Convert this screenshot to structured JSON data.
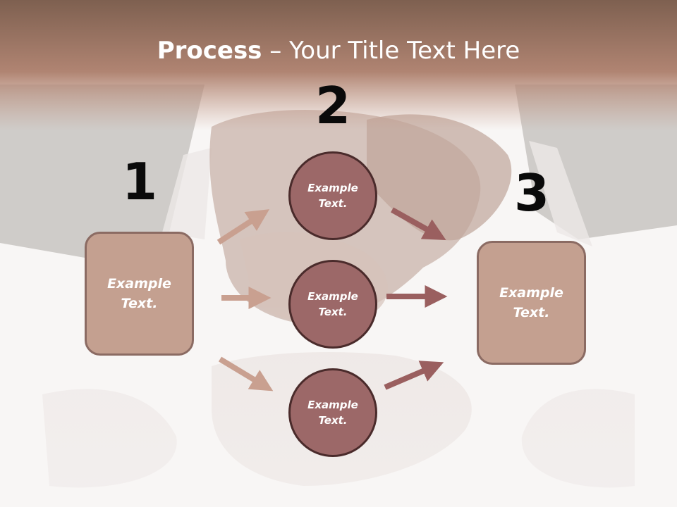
{
  "title": {
    "bold": "Process",
    "rest": " – Your Title Text Here"
  },
  "steps": [
    {
      "number": "1",
      "text": "Example Text."
    },
    {
      "number": "2",
      "items": [
        "Example Text.",
        "Example Text.",
        "Example Text."
      ]
    },
    {
      "number": "3",
      "text": "Example Text."
    }
  ],
  "colors": {
    "header_band": "#a67a68",
    "box_fill": "#c4a090",
    "box_border": "#8b6b63",
    "circle_fill": "#9c6868",
    "circle_border": "#4a2b2b",
    "arrow_in": "#c9a090",
    "arrow_out": "#9a5f5f"
  }
}
